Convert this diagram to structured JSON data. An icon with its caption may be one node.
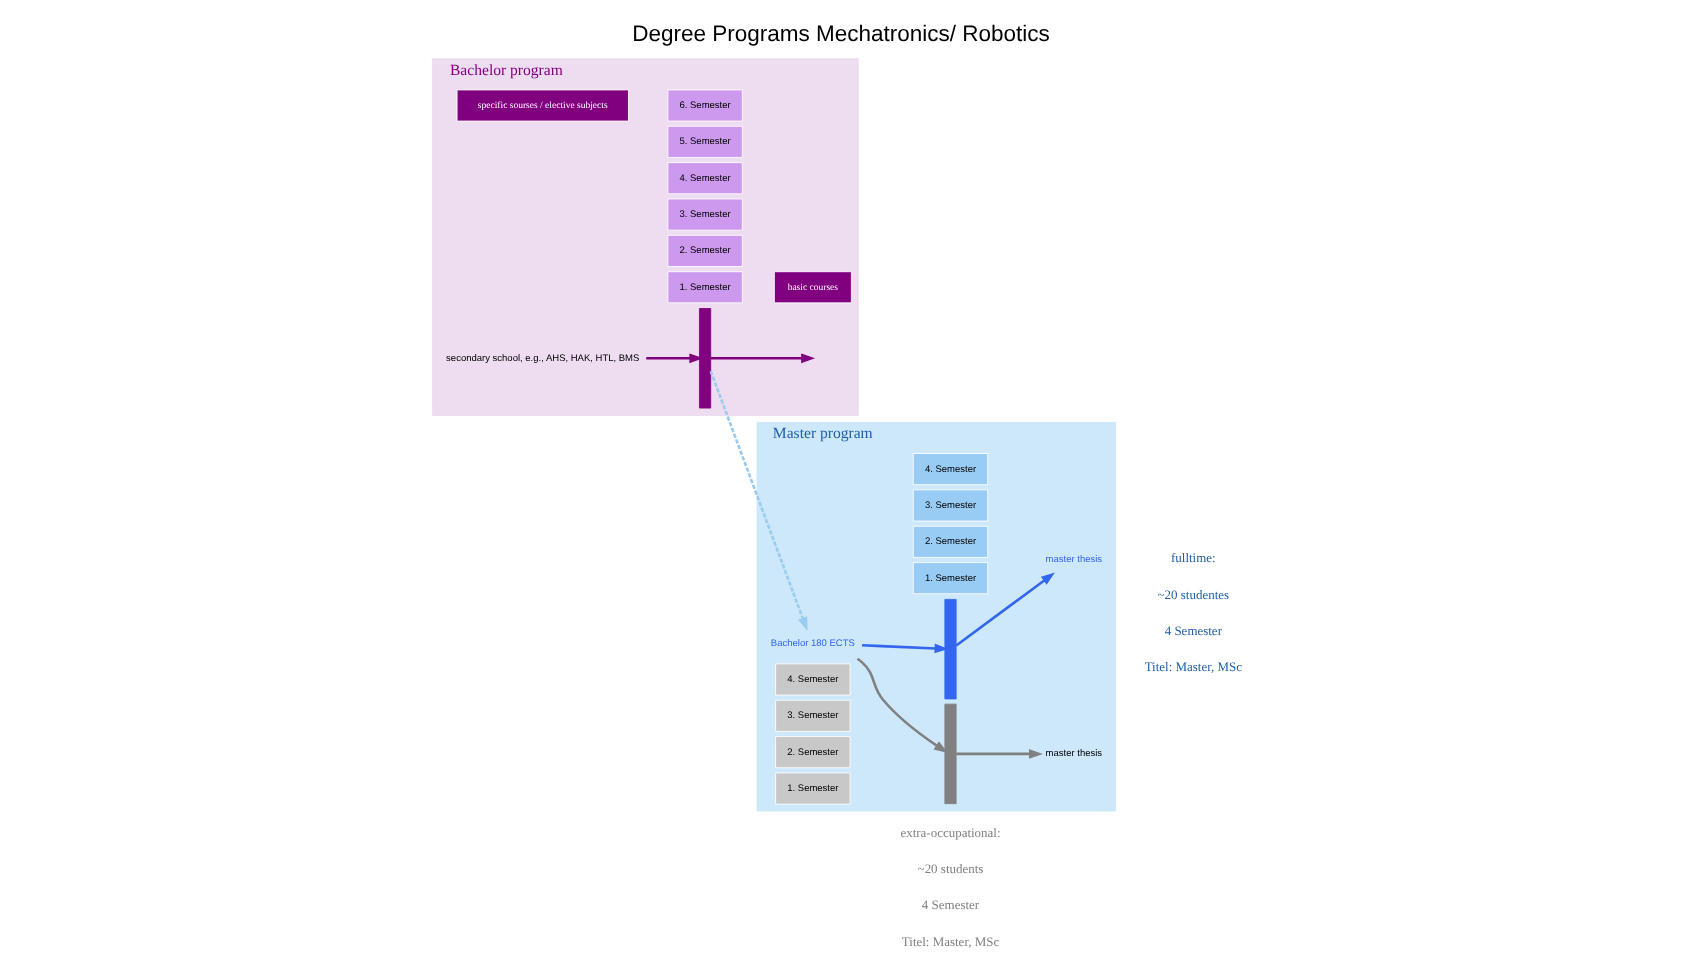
{
  "diagram": {
    "title": "Degree Programs Mechatronics/ Robotics",
    "nodes": [
      {
        "text": [
          "Bachelor program"
        ]
      },
      {
        "text": [
          "specific sourses / elective subjects"
        ],
        "in": 0
      },
      {
        "text": [
          "6. Semester"
        ],
        "in": 0
      },
      {
        "text": [
          "5. Semester"
        ],
        "in": 0
      },
      {
        "text": [
          "4. Semester"
        ],
        "in": 0
      },
      {
        "text": [
          "3. Semester"
        ],
        "in": 0
      },
      {
        "text": [
          "2. Semester"
        ],
        "in": 0
      },
      {
        "text": [
          "1. Semester"
        ],
        "in": 0
      },
      {
        "text": [
          "basic courses"
        ],
        "in": 0
      },
      {
        "text": [],
        "shape": "bar",
        "in": 0
      },
      {
        "text": [
          "secondary school, e.g., AHS, HAK, HTL, BMS"
        ],
        "in": 0
      },
      {
        "text": [
          "Master program"
        ]
      },
      {
        "text": [
          "4. Semester"
        ],
        "in": 11
      },
      {
        "text": [
          "3. Semester"
        ],
        "in": 11
      },
      {
        "text": [
          "2. Semester"
        ],
        "in": 11
      },
      {
        "text": [
          "1. Semester"
        ],
        "in": 11
      },
      {
        "text": [],
        "shape": "bar",
        "in": 11
      },
      {
        "text": [
          "master thesis"
        ],
        "in": 11
      },
      {
        "text": [
          "Bachelor 180 ECTS"
        ],
        "in": 11
      },
      {
        "text": [
          "4. Semester"
        ],
        "in": 11
      },
      {
        "text": [
          "3. Semester"
        ],
        "in": 11
      },
      {
        "text": [
          "2. Semester"
        ],
        "in": 11
      },
      {
        "text": [
          "1. Semester"
        ],
        "in": 11
      },
      {
        "text": [],
        "shape": "bar",
        "in": 11
      },
      {
        "text": [
          "master thesis"
        ],
        "in": 11
      }
    ],
    "edges": [
      {
        "from": 10,
        "to": 9,
        "arrow": "to",
        "color": "#800080"
      },
      {
        "from": 9,
        "to": null,
        "arrow": "to",
        "color": "#800080"
      },
      {
        "from": 9,
        "to": 18,
        "arrow": "to",
        "style": "dashed",
        "color": "#99ccee"
      },
      {
        "from": 18,
        "to": 16,
        "arrow": "to",
        "color": "#3366ee"
      },
      {
        "from": 18,
        "to": 23,
        "arrow": "to",
        "color": "#808080"
      },
      {
        "from": 16,
        "to": 17,
        "arrow": "to",
        "color": "#3366ee"
      },
      {
        "from": 23,
        "to": 24,
        "arrow": "to",
        "color": "#808080"
      }
    ],
    "labels": [
      "fulltime:",
      "~20 studentes",
      "4 Semester",
      "Titel: Master, MSc",
      "extra-occupational:",
      "~20 students",
      "4 Semester",
      "Titel: Master, MSc"
    ]
  }
}
